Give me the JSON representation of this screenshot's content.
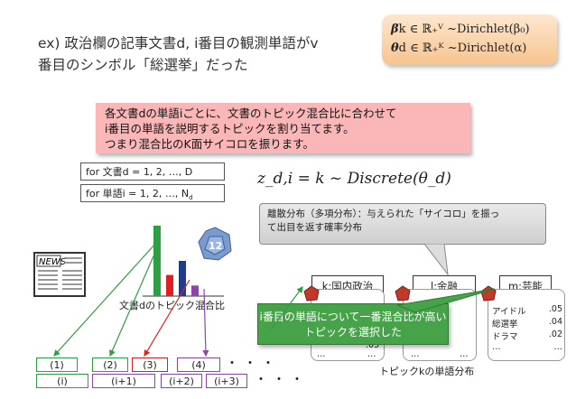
{
  "heading": {
    "line1": "ex) 政治欄の記事文書d, i番目の観測単語がv",
    "line2": "番目のシンボル「総選挙」だった"
  },
  "formulas": {
    "beta": "β",
    "beta_rest": "k ∈ ℝ₊ⱽ ~Dirichlet(β₀)",
    "theta": "θ",
    "theta_rest": "d ∈ ℝ₊ᴷ ~Dirichlet(α)"
  },
  "explain": {
    "line1": "各文書dの単語iごとに、文書のトピック混合比に合わせて",
    "line2": "i番目の単語を説明するトピックを割り当てます。",
    "line3": "つまり混合比のK面サイコロを振ります。"
  },
  "loops": {
    "doc": "for 文書d = 1, 2, …, D",
    "word": "for 単語i = 1, 2, …, N",
    "word_sub": "d"
  },
  "z_formula": "z_d,i = k ~ Discrete(θ_d)",
  "discrete_note": {
    "line1": "離散分布（多項分布）：与えられた「サイコロ」を振っ",
    "line2": "て出目を返す確率分布"
  },
  "news_label": "NEWS",
  "chart_label": "文書dのトピック混合比",
  "die_label": "12",
  "topics": [
    {
      "label": "k:国内政治",
      "color": "#3a3a3a"
    },
    {
      "label": "l:金融",
      "color": "#3a3a3a"
    },
    {
      "label": "m:芸能",
      "color": "#3a3a3a"
    }
  ],
  "m_dist": [
    {
      "word": "アイドル",
      "p": ".05"
    },
    {
      "word": "総選挙",
      "p": ".04"
    },
    {
      "word": "ドラマ",
      "p": ".02"
    },
    {
      "word": "…",
      "p": "…"
    }
  ],
  "k_dist_tail": {
    "word": "…",
    "p": "…",
    "prev": ".05"
  },
  "l_dist_tail": {
    "word": "…",
    "p": "…"
  },
  "green_note": {
    "line1": "i番目の単語について一番混合比が高い",
    "line2": "トピックを選択した"
  },
  "dist_label": "トピックkの単語分布",
  "topic_slots": [
    "(1)",
    "(2)",
    "(3)",
    "(4)"
  ],
  "word_slots": [
    "(i)",
    "(i+1)",
    "(i+2)",
    "(i+3)"
  ],
  "ellipsis": "・・・",
  "chart_data": {
    "type": "bar",
    "categories": [
      "1",
      "2",
      "3",
      "4"
    ],
    "values": [
      1.0,
      0.3,
      0.5,
      0.15
    ]
  }
}
